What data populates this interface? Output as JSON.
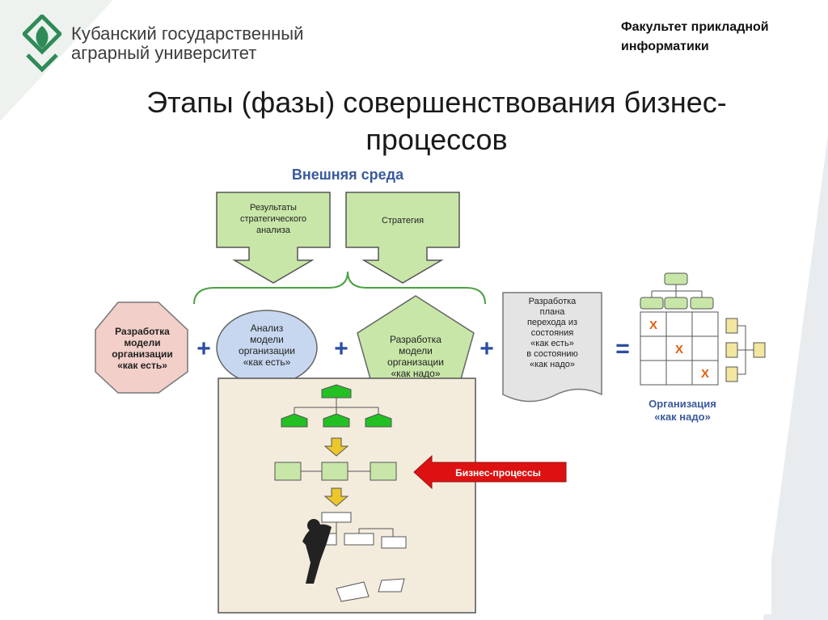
{
  "header": {
    "university_line1": "Кубанский государственный",
    "university_line2": "аграрный университет",
    "faculty_line1": "Факультет прикладной",
    "faculty_line2": "информатики"
  },
  "slide": {
    "title_line1": "Этапы (фазы) совершенствования бизнес-",
    "title_line2": "процессов"
  },
  "diagram": {
    "external": "Внешняя среда",
    "results": [
      "Результаты",
      "стратегического",
      "анализа"
    ],
    "strategy": "Стратегия",
    "dev_as_is": [
      "Разработка",
      "модели",
      "организации",
      "«как есть»"
    ],
    "analysis": [
      "Анализ",
      "модели",
      "организации",
      "«как есть»"
    ],
    "dev_to_be": [
      "Разработка",
      "модели",
      "организации",
      "«как надо»"
    ],
    "transition": [
      "Разработка",
      "плана",
      "перехода из",
      "состояния",
      "«как есть»",
      "в состоянию",
      "«как надо»"
    ],
    "result": [
      "Организация",
      "«как надо»"
    ],
    "business_processes": "Бизнес-процессы",
    "plus": "+",
    "equals": "=",
    "x_mark": "X"
  },
  "colors": {
    "accent_green": "#2e8b57",
    "box_green": "#c8e6a8",
    "node_green": "#22c022",
    "title_blue": "#3a5a9c",
    "plus_blue": "#2a4ea0",
    "arrow_red": "#dd1111"
  }
}
